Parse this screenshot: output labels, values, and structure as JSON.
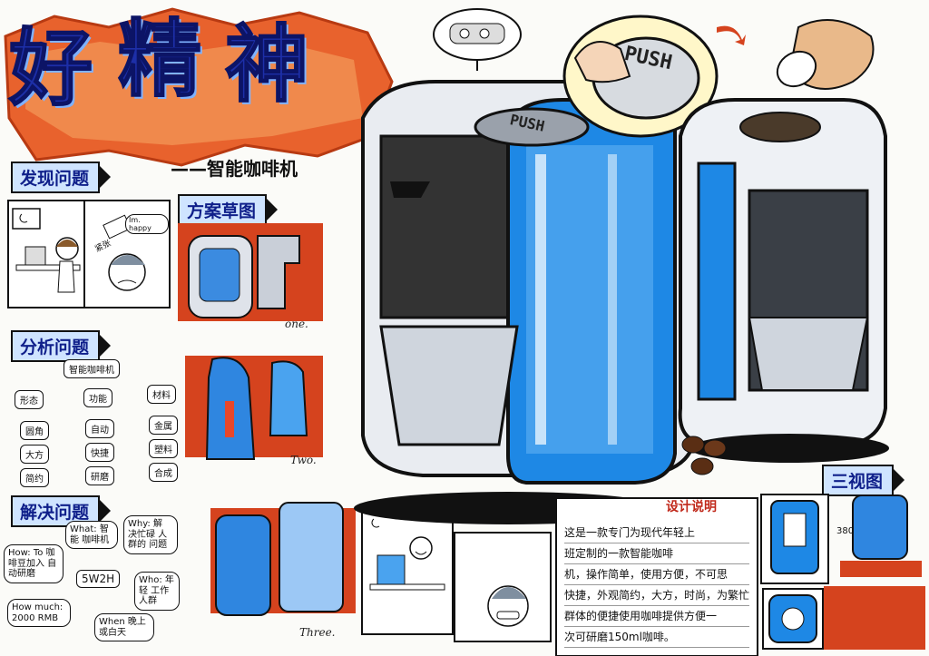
{
  "title": {
    "chars": [
      "好",
      "精",
      "神"
    ],
    "subtitle": "——智能咖啡机"
  },
  "sections": {
    "discover": "发现问题",
    "sketch": "方案草图",
    "analyze": "分析问题",
    "solve": "解决问题",
    "three_view": "三视图",
    "design_note": "设计说明"
  },
  "sketch_captions": {
    "one": "one.",
    "two": "Two.",
    "three": "Three."
  },
  "comic": {
    "speech": "Im. happy",
    "sign": "紧张"
  },
  "analysis": {
    "root": "智能咖啡机",
    "branches": [
      "形态",
      "功能",
      "材料"
    ],
    "form": [
      "圆角",
      "大方",
      "简约"
    ],
    "function": [
      "自动",
      "快捷",
      "研磨"
    ],
    "material": [
      "金属",
      "塑料",
      "合成"
    ]
  },
  "solve": {
    "center": "5W2H",
    "how": "How: To 咖啡豆加入 自动研磨",
    "what": "What: 智能 咖啡机",
    "why": "Why: 解 决忙碌 人群的 问题",
    "who": "Who: 年轻 工作人群",
    "how_much": "How much: 2000 RMB",
    "when": "When 晚上或白天"
  },
  "push": {
    "label": "PUSH"
  },
  "three_view": {
    "dimension": "380"
  },
  "description": {
    "lines": [
      "这是一款专门为现代年轻上",
      "班定制的一款智能咖啡",
      "机，操作简单，使用方便，不可思",
      "快捷，外观简约，大方，时尚，为繁忙",
      "群体的便捷使用咖啡提供方便一",
      "次可研磨150ml咖啡。"
    ]
  },
  "colors": {
    "ink": "#111111",
    "title_blue": "#1d2fa8",
    "accent_red": "#d5431e",
    "machine_blue": "#1e88e5",
    "label_fill": "#cfe4ff"
  }
}
